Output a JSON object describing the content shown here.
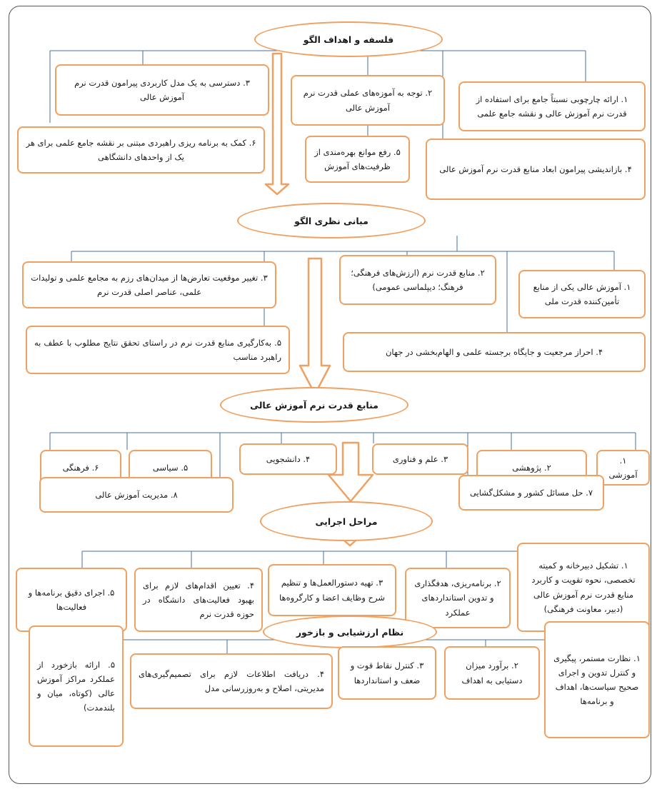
{
  "colors": {
    "box_border": "#f0a060",
    "line": "#4a6fa0",
    "arrow": "#f0a060"
  },
  "sections": [
    {
      "title": "فلسفه و اهداف الگو",
      "items": [
        "۱. ارائه چارچوبی نسبتاً جامع برای استفاده از قدرت نرم آموزش عالی و نقشه جامع علمی",
        "۲. توجه به آموزه‌های عملی قدرت نرم آموزش عالی",
        "۳. دسترسی به یک مدل کاربردی پیرامون قدرت نرم آموزش عالی",
        "۴. بازاندیشی پیرامون ابعاد منابع قدرت نرم آموزش عالی",
        "۵. رفع موانع بهره‌مندی از ظرفیت‌های آموزش",
        "۶. کمک به برنامه ریزی راهبردی مبتنی بر نقشه جامع علمی برای هر یک از واحدهای دانشگاهی"
      ]
    },
    {
      "title": "مبانی نظری الگو",
      "items": [
        "۱. آموزش عالی یکی از منابع تأمین‌کننده قدرت ملی",
        "۲. منابع قدرت نرم (ارزش‌های فرهنگی؛ فرهنگ؛ دیپلماسی عمومی)",
        "۳. تغییر موقعیت تعارض‌ها از میدان‌های رزم به مجامع علمی و تولیدات علمی، عناصر اصلی قدرت نرم",
        "۴. احراز مرجعیت و جایگاه برجسته علمی و الهام‌بخشی در جهان",
        "۵. به‌کارگیری منابع قدرت نرم در راستای تحقق نتایج مطلوب با عطف به راهبرد مناسب"
      ]
    },
    {
      "title": "منابع قدرت نرم آموزش عالی",
      "items": [
        "۱. آموزشی",
        "۲. پژوهشی",
        "۳. علم و فناوری",
        "۴. دانشجویی",
        "۵. سیاسی",
        "۶. فرهنگی",
        "۷. حل مسائل کشور و مشکل‌گشایی",
        "۸. مدیریت آموزش عالی"
      ]
    },
    {
      "title": "مراحل اجرایی",
      "items": [
        "۱. تشکیل دبیرخانه و کمیته تخصصی، نحوه تقویت و کاربرد منابع قدرت نرم آموزش عالی (دبیر، معاونت فرهنگی)",
        "۲. برنامه‌ریزی، هدفگذاری و تدوین استانداردهای عملکرد",
        "۳. تهیه دستورالعمل‌ها و تنظیم شرح وظایف اعضا و کارگروه‌ها",
        "۴. تعیین اقدام‌های لازم برای بهبود فعالیت‌های دانشگاه در حوزه قدرت نرم",
        "۵. اجرای دقیق برنامه‌ها و فعالیت‌ها"
      ]
    },
    {
      "title": "نظام ارزشیابی و بازخور",
      "items": [
        "۱. نظارت مستمر، پیگیری و کنترل تدوین و اجرای صحیح سیاست‌ها، اهداف و برنامه‌ها",
        "۲. برآورد میزان دستیابی به اهداف",
        "۳. کنترل نقاط قوت و ضعف و استانداردها",
        "۴. دریافت اطلاعات لازم برای تصمیم‌گیری‌های مدیریتی، اصلاح و به‌روزرسانی مدل",
        "۵. ارائه بازخورد از عملکرد مراکز آموزش عالی (کوتاه، میان و بلندمدت)"
      ]
    }
  ]
}
